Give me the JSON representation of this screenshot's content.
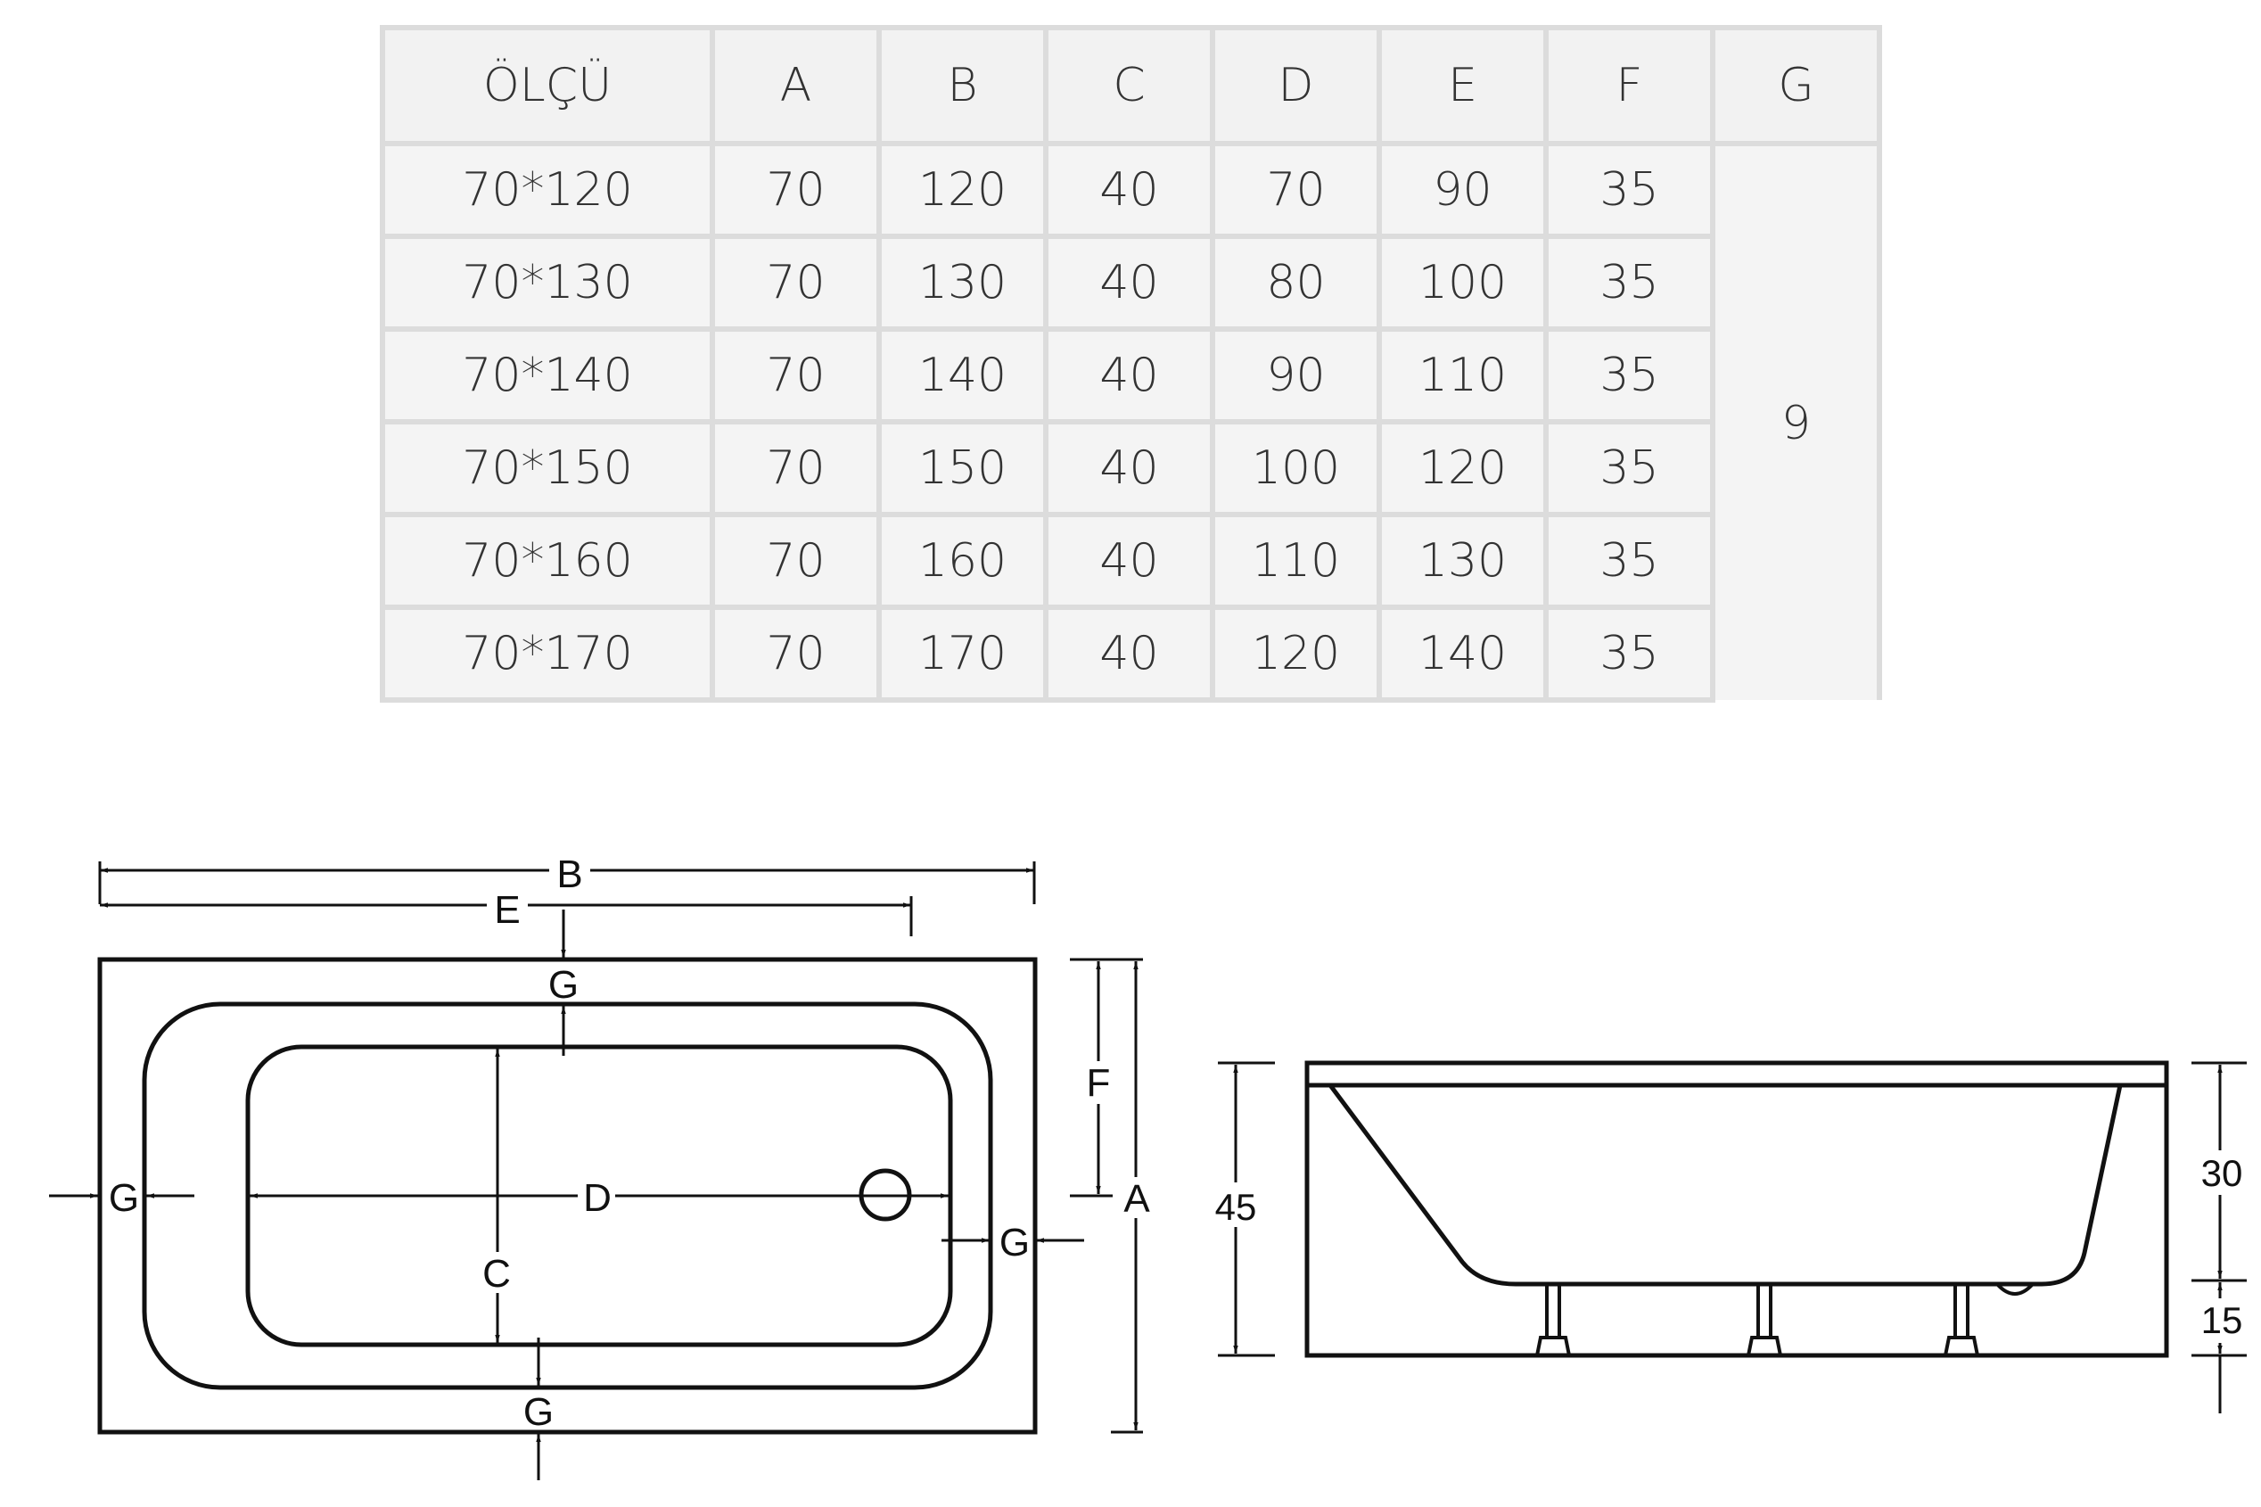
{
  "table": {
    "headers": [
      "ÖLÇÜ",
      "A",
      "B",
      "C",
      "D",
      "E",
      "F",
      "G"
    ],
    "rows": [
      [
        "70*120",
        "70",
        "120",
        "40",
        "70",
        "90",
        "35"
      ],
      [
        "70*130",
        "70",
        "130",
        "40",
        "80",
        "100",
        "35"
      ],
      [
        "70*140",
        "70",
        "140",
        "40",
        "90",
        "110",
        "35"
      ],
      [
        "70*150",
        "70",
        "150",
        "40",
        "100",
        "120",
        "35"
      ],
      [
        "70*160",
        "70",
        "160",
        "40",
        "110",
        "130",
        "35"
      ],
      [
        "70*170",
        "70",
        "170",
        "40",
        "120",
        "140",
        "35"
      ]
    ],
    "g_value": "9"
  },
  "top_view": {
    "label_b": "B",
    "label_e": "E",
    "label_g": "G",
    "label_f": "F",
    "label_a": "A",
    "label_d": "D",
    "label_c": "C"
  },
  "side_view": {
    "height_total": "45",
    "height_tub": "30",
    "height_legs": "15"
  }
}
